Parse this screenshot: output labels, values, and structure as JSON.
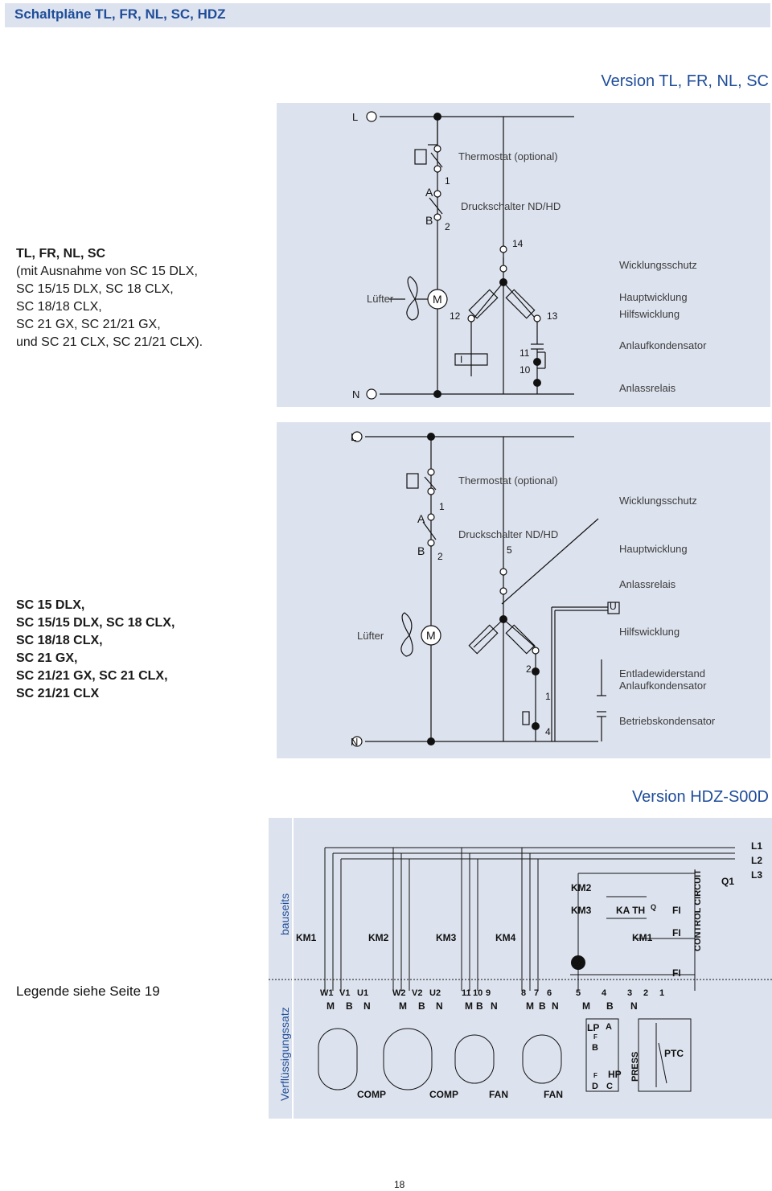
{
  "header": {
    "title": "Schaltpläne  TL, FR, NL, SC, HDZ"
  },
  "version1": "Version TL, FR, NL, SC",
  "version2": "Version HDZ-S00D",
  "models1": [
    "TL, FR, NL, SC",
    "(mit Ausnahme von SC 15 DLX,",
    "SC 15/15 DLX, SC 18 CLX,",
    "SC 18/18 CLX,",
    "SC 21 GX, SC 21/21 GX,",
    "und SC 21 CLX, SC 21/21 CLX)."
  ],
  "models2": [
    "SC 15 DLX,",
    "SC 15/15 DLX, SC 18 CLX,",
    "SC 18/18 CLX,",
    "SC 21 GX,",
    "SC 21/21 GX, SC 21 CLX,",
    "SC 21/21 CLX"
  ],
  "legend_note": "Legende siehe Seite 19",
  "page_number": "18",
  "d1": {
    "L": "L",
    "N": "N",
    "fan": "Lüfter",
    "motor": "M",
    "A": "A",
    "B": "B",
    "n1": "1",
    "n2": "2",
    "n14": "14",
    "n12": "12",
    "n13": "13",
    "n11": "11",
    "n10": "10",
    "relay": "I",
    "labels": [
      "Thermostat (optional)",
      "Druckschalter ND/HD",
      "Wicklungsschutz",
      "Hauptwicklung",
      "Hilfswicklung",
      "Anlaufkondensator",
      "Anlassrelais"
    ]
  },
  "d2": {
    "L": "L",
    "N": "N",
    "fan": "Lüfter",
    "motor": "M",
    "A": "A",
    "B": "B",
    "U": "U",
    "n1": "1",
    "n2": "2",
    "n5": "5",
    "t2": "2",
    "t1": "1",
    "t4": "4",
    "labels": [
      "Thermostat (optional)",
      "Druckschalter ND/HD",
      "Wicklungsschutz",
      "Hauptwicklung",
      "Anlassrelais",
      "Hilfswicklung",
      "Entladewiderstand",
      "Anlaufkondensator",
      "Betriebskondensator"
    ]
  },
  "d3": {
    "bauseits": "bauseits",
    "verfl": "Verflüssigungssatz",
    "lines": [
      "L1",
      "L2",
      "L3"
    ],
    "q1": "Q1",
    "km": [
      "KM1",
      "KM2",
      "KM3",
      "KM4"
    ],
    "km2b": "KM2",
    "km3b": "KM3",
    "kmr": "KM1",
    "kath": "KA TH",
    "q": "Q",
    "fi": [
      "FI",
      "FI",
      "FI"
    ],
    "control": "CONTROL CIRCUIT",
    "terms": [
      "W1",
      "V1",
      "U1",
      "W2",
      "V2",
      "U2",
      "11",
      "10",
      "9",
      "8",
      "7",
      "6",
      "5",
      "4",
      "3",
      "2",
      "1"
    ],
    "mbn": [
      "M",
      "B",
      "N",
      "M",
      "B",
      "N",
      "M",
      "B",
      "N",
      "M",
      "B",
      "N",
      "M",
      "B",
      "N"
    ],
    "bottom": [
      "COMP",
      "COMP",
      "FAN",
      "FAN"
    ],
    "lp": "LP",
    "hp": "HP",
    "press": "PRESS",
    "ptc": "PTC",
    "circ": [
      "A",
      "B",
      "D",
      "C"
    ],
    "f": [
      "F",
      "F"
    ]
  }
}
